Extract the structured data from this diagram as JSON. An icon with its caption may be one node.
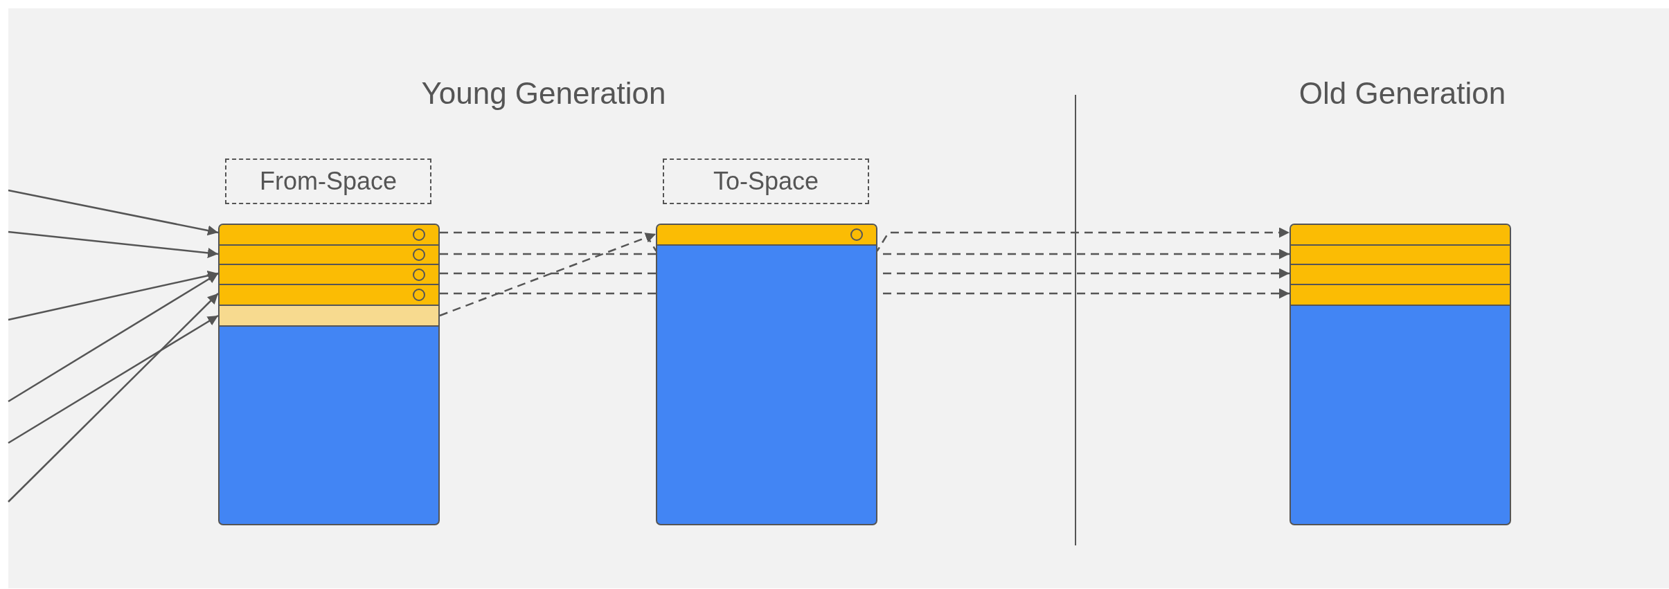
{
  "diagram": {
    "nodes": [
      {
        "text": [
          "From-Space"
        ]
      },
      {
        "text": [
          "To-Space"
        ]
      },
      {
        "text": [],
        "shape": "box"
      },
      {
        "text": [],
        "shape": "bar",
        "in": 2
      },
      {
        "text": [],
        "shape": "bar",
        "in": 2
      },
      {
        "text": [],
        "shape": "bar",
        "in": 2
      },
      {
        "text": [],
        "shape": "bar",
        "in": 2
      },
      {
        "text": [],
        "shape": "bar",
        "in": 2
      },
      {
        "text": [],
        "shape": "box"
      },
      {
        "text": [],
        "shape": "bar",
        "in": 8
      },
      {
        "text": [],
        "shape": "box"
      },
      {
        "text": [],
        "shape": "bar",
        "in": 10
      },
      {
        "text": [],
        "shape": "bar",
        "in": 10
      },
      {
        "text": [],
        "shape": "bar",
        "in": 10
      },
      {
        "text": [],
        "shape": "bar",
        "in": 10
      }
    ],
    "edges": [
      {
        "from": null,
        "to": 3,
        "arrow": "to"
      },
      {
        "from": null,
        "to": 4,
        "arrow": "to"
      },
      {
        "from": null,
        "to": 5,
        "arrow": "to"
      },
      {
        "from": null,
        "to": 5,
        "arrow": "to"
      },
      {
        "from": null,
        "to": 7,
        "arrow": "to"
      },
      {
        "from": null,
        "to": 6,
        "arrow": "to"
      },
      {
        "from": 3,
        "to": 11,
        "arrow": "to",
        "style": "dashed"
      },
      {
        "from": 4,
        "to": 12,
        "arrow": "to",
        "style": "dashed"
      },
      {
        "from": 5,
        "to": 13,
        "arrow": "to",
        "style": "dashed"
      },
      {
        "from": 6,
        "to": 14,
        "arrow": "to",
        "style": "dashed"
      },
      {
        "from": 7,
        "to": 9,
        "arrow": "to",
        "style": "dashed"
      }
    ],
    "labels": [
      "Young Generation",
      "Old Generation"
    ]
  }
}
